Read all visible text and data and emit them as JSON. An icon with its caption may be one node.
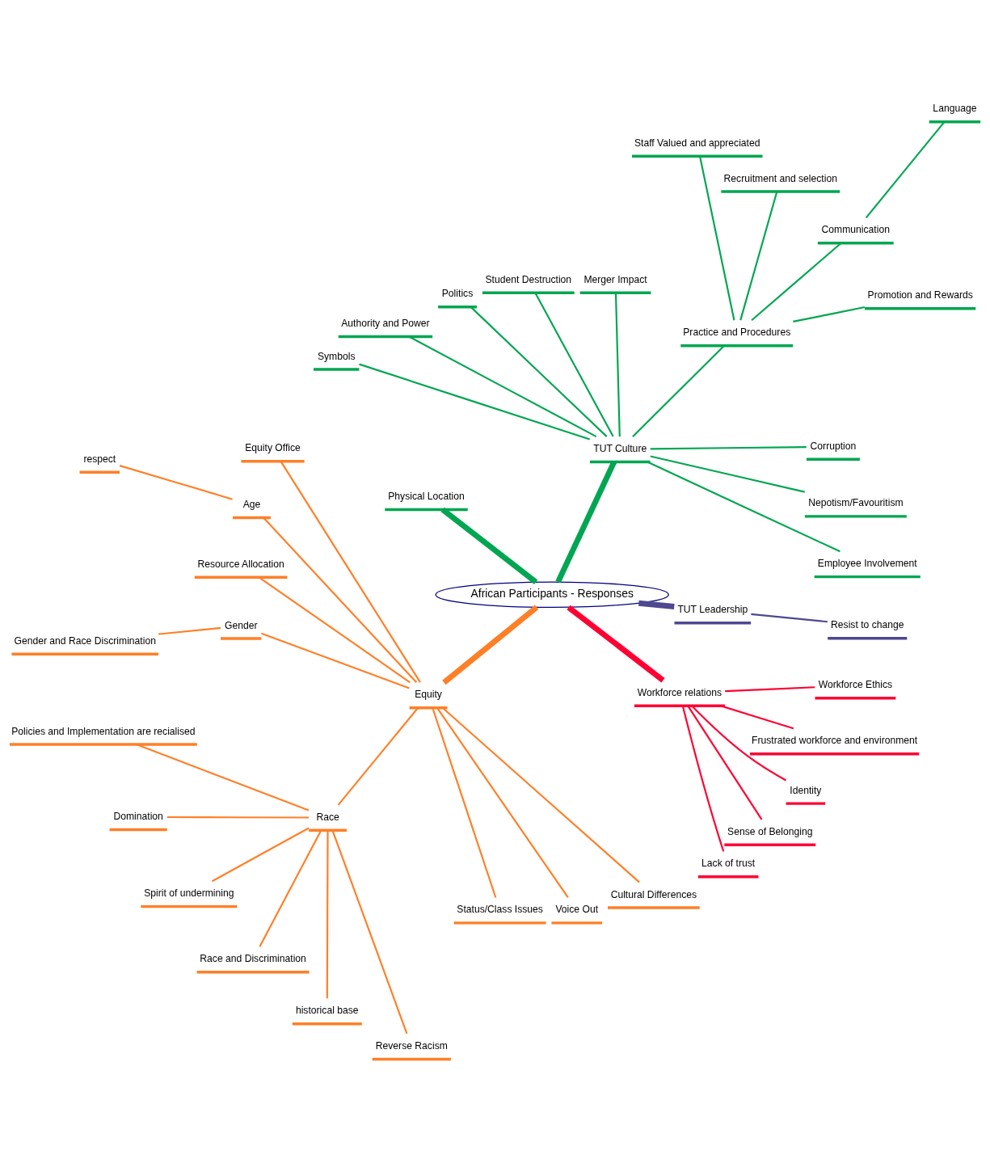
{
  "diagram": {
    "nodes": [
      {
        "text": [
          "African Participants - Responses"
        ]
      },
      {
        "text": [
          "TUT Culture"
        ]
      },
      {
        "text": [
          "Employee Involvement"
        ]
      },
      {
        "text": [
          "Nepotism/Favouritism"
        ]
      },
      {
        "text": [
          "Corruption"
        ]
      },
      {
        "text": [
          "Practice and Procedures"
        ]
      },
      {
        "text": [
          "Promotion and Rewards"
        ]
      },
      {
        "text": [
          "Communication"
        ]
      },
      {
        "text": [
          "Language"
        ]
      },
      {
        "text": [
          "Recruitment and selection"
        ]
      },
      {
        "text": [
          "Staff Valued and appreciated"
        ]
      },
      {
        "text": [
          "Merger Impact"
        ]
      },
      {
        "text": [
          "Student Destruction"
        ]
      },
      {
        "text": [
          "Politics"
        ]
      },
      {
        "text": [
          "Authority and Power"
        ]
      },
      {
        "text": [
          "Symbols"
        ]
      },
      {
        "text": [
          "Physical Location"
        ]
      },
      {
        "text": [
          "Equity"
        ]
      },
      {
        "text": [
          "Equity Office"
        ]
      },
      {
        "text": [
          "Age"
        ]
      },
      {
        "text": [
          "respect"
        ]
      },
      {
        "text": [
          "Resource Allocation"
        ]
      },
      {
        "text": [
          "Gender"
        ]
      },
      {
        "text": [
          "Gender and Race Discrimination"
        ]
      },
      {
        "text": [
          "Race"
        ]
      },
      {
        "text": [
          "Policies and Implementation are recialised"
        ]
      },
      {
        "text": [
          "Domination"
        ]
      },
      {
        "text": [
          "Spirit of undermining"
        ]
      },
      {
        "text": [
          "Race and Discrimination"
        ]
      },
      {
        "text": [
          "historical base"
        ]
      },
      {
        "text": [
          "Reverse Racism"
        ]
      },
      {
        "text": [
          "Status/Class Issues"
        ]
      },
      {
        "text": [
          "Voice Out"
        ]
      },
      {
        "text": [
          "Cultural Differences"
        ]
      },
      {
        "text": [
          "Workforce relations"
        ]
      },
      {
        "text": [
          "Lack of trust"
        ]
      },
      {
        "text": [
          "Sense of Belonging"
        ]
      },
      {
        "text": [
          "Identity"
        ]
      },
      {
        "text": [
          "Frustrated workforce and environment"
        ]
      },
      {
        "text": [
          "Workforce Ethics"
        ]
      },
      {
        "text": [
          "TUT Leadership"
        ]
      },
      {
        "text": [
          "Resist to change"
        ]
      }
    ],
    "edges": [
      {
        "from": 0,
        "to": 1,
        "arrow": "none",
        "style": "thick",
        "color": "#00a651"
      },
      {
        "from": 1,
        "to": 2,
        "arrow": "none",
        "color": "#00a651"
      },
      {
        "from": 1,
        "to": 3,
        "arrow": "none",
        "color": "#00a651"
      },
      {
        "from": 1,
        "to": 4,
        "arrow": "none",
        "color": "#00a651"
      },
      {
        "from": 1,
        "to": 5,
        "arrow": "none",
        "color": "#00a651"
      },
      {
        "from": 5,
        "to": 6,
        "arrow": "none",
        "color": "#00a651"
      },
      {
        "from": 5,
        "to": 7,
        "arrow": "none",
        "color": "#00a651"
      },
      {
        "from": 7,
        "to": 8,
        "arrow": "none",
        "color": "#00a651"
      },
      {
        "from": 5,
        "to": 9,
        "arrow": "none",
        "color": "#00a651"
      },
      {
        "from": 5,
        "to": 10,
        "arrow": "none",
        "color": "#00a651"
      },
      {
        "from": 1,
        "to": 11,
        "arrow": "none",
        "color": "#00a651"
      },
      {
        "from": 1,
        "to": 12,
        "arrow": "none",
        "color": "#00a651"
      },
      {
        "from": 1,
        "to": 13,
        "arrow": "none",
        "color": "#00a651"
      },
      {
        "from": 1,
        "to": 14,
        "arrow": "none",
        "color": "#00a651"
      },
      {
        "from": 1,
        "to": 15,
        "arrow": "none",
        "color": "#00a651"
      },
      {
        "from": 0,
        "to": 16,
        "arrow": "none",
        "style": "thick",
        "color": "#00a651"
      },
      {
        "from": 0,
        "to": 17,
        "arrow": "none",
        "style": "thick",
        "color": "#ff7f27"
      },
      {
        "from": 17,
        "to": 18,
        "arrow": "none",
        "color": "#ff7f27"
      },
      {
        "from": 17,
        "to": 19,
        "arrow": "none",
        "color": "#ff7f27"
      },
      {
        "from": 19,
        "to": 20,
        "arrow": "none",
        "color": "#ff7f27"
      },
      {
        "from": 17,
        "to": 21,
        "arrow": "none",
        "color": "#ff7f27"
      },
      {
        "from": 17,
        "to": 22,
        "arrow": "none",
        "color": "#ff7f27"
      },
      {
        "from": 22,
        "to": 23,
        "arrow": "none",
        "color": "#ff7f27"
      },
      {
        "from": 17,
        "to": 24,
        "arrow": "none",
        "color": "#ff7f27"
      },
      {
        "from": 24,
        "to": 25,
        "arrow": "none",
        "color": "#ff7f27"
      },
      {
        "from": 24,
        "to": 26,
        "arrow": "none",
        "color": "#ff7f27"
      },
      {
        "from": 24,
        "to": 27,
        "arrow": "none",
        "color": "#ff7f27"
      },
      {
        "from": 24,
        "to": 28,
        "arrow": "none",
        "color": "#ff7f27"
      },
      {
        "from": 24,
        "to": 29,
        "arrow": "none",
        "color": "#ff7f27"
      },
      {
        "from": 24,
        "to": 30,
        "arrow": "none",
        "color": "#ff7f27"
      },
      {
        "from": 17,
        "to": 31,
        "arrow": "none",
        "color": "#ff7f27"
      },
      {
        "from": 17,
        "to": 32,
        "arrow": "none",
        "color": "#ff7f27"
      },
      {
        "from": 17,
        "to": 33,
        "arrow": "none",
        "color": "#ff7f27"
      },
      {
        "from": 0,
        "to": 34,
        "arrow": "none",
        "style": "thick",
        "color": "#ff0033"
      },
      {
        "from": 34,
        "to": 35,
        "arrow": "none",
        "color": "#ff0033"
      },
      {
        "from": 34,
        "to": 36,
        "arrow": "none",
        "color": "#ff0033"
      },
      {
        "from": 34,
        "to": 37,
        "arrow": "none",
        "color": "#ff0033"
      },
      {
        "from": 34,
        "to": 38,
        "arrow": "none",
        "color": "#ff0033"
      },
      {
        "from": 34,
        "to": 39,
        "arrow": "none",
        "color": "#ff0033"
      },
      {
        "from": 0,
        "to": 40,
        "arrow": "none",
        "style": "thick",
        "color": "#4f4890"
      },
      {
        "from": 40,
        "to": 41,
        "arrow": "none",
        "color": "#4f4890"
      }
    ]
  }
}
